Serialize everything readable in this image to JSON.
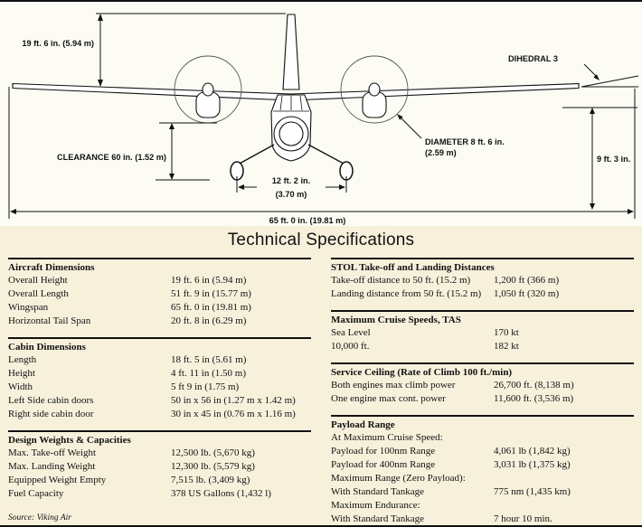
{
  "title": "Technical Specifications",
  "source": "Source: Viking Air",
  "diagram": {
    "labels": {
      "height": "19 ft. 6 in. (5.94 m)",
      "dihedral": "DIHEDRAL 3",
      "clearance": "CLEARANCE 60 in. (1.52 m)",
      "diameter1": "DIAMETER 8 ft. 6 in.",
      "diameter2": "(2.59 m)",
      "track1": "12 ft. 2 in.",
      "track2": "(3.70 m)",
      "side_height": "9 ft. 3 in.",
      "wingspan": "65 ft. 0 in. (19.81 m)"
    }
  },
  "left_sections": [
    {
      "heading": "Aircraft Dimensions",
      "rows": [
        {
          "label": "Overall Height",
          "value": "19 ft. 6 in (5.94 m)"
        },
        {
          "label": "Overall Length",
          "value": "51 ft. 9 in (15.77 m)"
        },
        {
          "label": "Wingspan",
          "value": "65 ft. 0 in (19.81 m)"
        },
        {
          "label": "Horizontal Tail Span",
          "value": "20 ft. 8 in (6.29 m)"
        }
      ]
    },
    {
      "heading": "Cabin Dimensions",
      "rows": [
        {
          "label": "Length",
          "value": "18 ft. 5 in (5.61 m)"
        },
        {
          "label": "Height",
          "value": "4 ft. 11 in (1.50 m)"
        },
        {
          "label": "Width",
          "value": "5 ft 9 in (1.75 m)"
        },
        {
          "label": "Left Side cabin doors",
          "value": "50 in x 56 in (1.27 m x 1.42 m)"
        },
        {
          "label": "Right side cabin door",
          "value": "30 in x 45 in (0.76 m x 1.16 m)"
        }
      ]
    },
    {
      "heading": "Design Weights & Capacities",
      "rows": [
        {
          "label": "Max. Take-off Weight",
          "value": "12,500 lb. (5,670 kg)"
        },
        {
          "label": "Max. Landing Weight",
          "value": "12,300 lb. (5,579 kg)"
        },
        {
          "label": "Equipped Weight Empty",
          "value": "7,515 lb. (3,409 kg)"
        },
        {
          "label": "Fuel Capacity",
          "value": "378 US Gallons (1,432 l)"
        }
      ]
    }
  ],
  "right_sections": [
    {
      "heading": "STOL Take-off and Landing Distances",
      "rows": [
        {
          "label": "Take-off distance to 50 ft. (15.2 m)",
          "value": "1,200 ft (366 m)"
        },
        {
          "label": "Landing distance from 50 ft. (15.2 m)",
          "value": "1,050 ft (320 m)"
        }
      ]
    },
    {
      "heading": "Maximum Cruise Speeds, TAS",
      "rows": [
        {
          "label": "Sea Level",
          "value": "170 kt"
        },
        {
          "label": "10,000 ft.",
          "value": "182 kt"
        }
      ]
    },
    {
      "heading": "Service Ceiling (Rate of Climb 100 ft./min)",
      "rows": [
        {
          "label": "Both engines max climb power",
          "value": "26,700 ft. (8,138 m)"
        },
        {
          "label": "One engine max cont. power",
          "value": "11,600 ft. (3,536 m)"
        }
      ]
    },
    {
      "heading": "Payload Range",
      "rows": [
        {
          "label": "At Maximum Cruise Speed:",
          "value": ""
        },
        {
          "label": "Payload for 100nm Range",
          "value": "4,061 lb (1,842 kg)"
        },
        {
          "label": "Payload for 400nm Range",
          "value": "3,031 lb (1,375 kg)"
        },
        {
          "label": "Maximum Range (Zero Payload):",
          "value": ""
        },
        {
          "label": "With Standard Tankage",
          "value": "775 nm (1,435 km)"
        },
        {
          "label": "Maximum Endurance:",
          "value": ""
        },
        {
          "label": "With Standard Tankage",
          "value": "7 hour 10 min."
        }
      ]
    }
  ]
}
